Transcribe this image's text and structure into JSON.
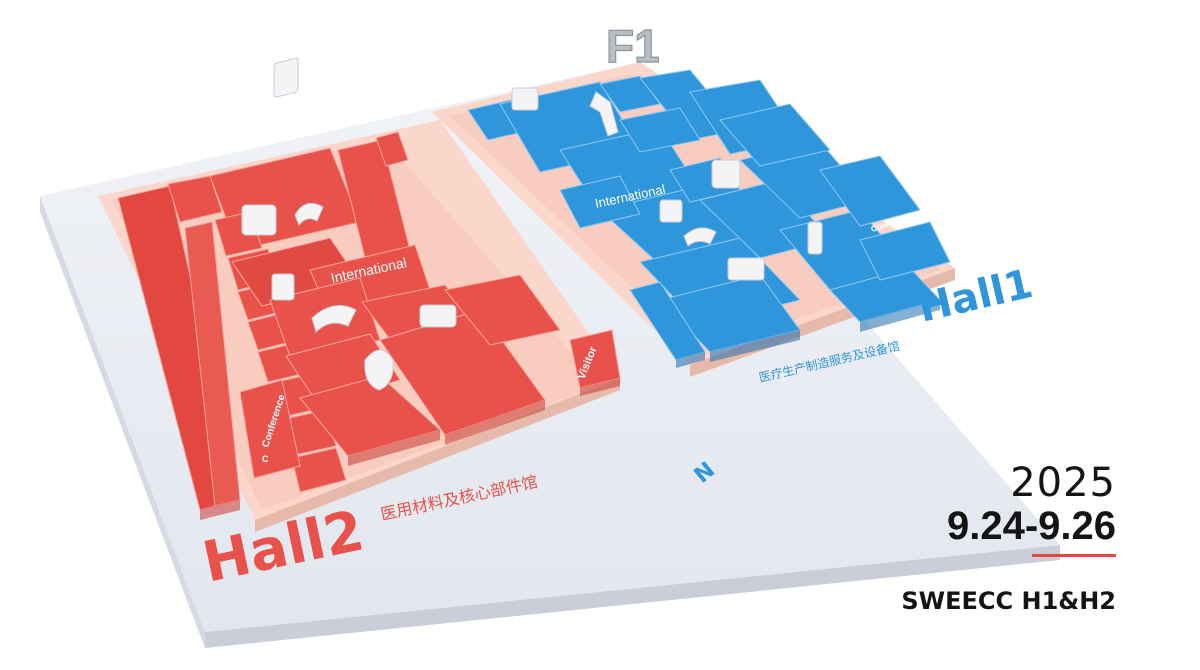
{
  "floor_label": "F1",
  "hall2": {
    "name": "Hall2",
    "subtitle": "医用材料及核心部件馆",
    "international_label": "International",
    "conference_label": "Conference",
    "conference_letter": "C",
    "visitor_label": "Visitor",
    "color": "#e8524b"
  },
  "hall1": {
    "name": "Hall1",
    "subtitle": "医疗生产制造服务及设备馆",
    "international_label": "International",
    "conference_label": "Conference",
    "color": "#2f96db"
  },
  "compass": "N",
  "event": {
    "year": "2025",
    "dates": "9.24-9.26",
    "venue": "SWEECC H1&H2",
    "accent": "#e8473f"
  }
}
